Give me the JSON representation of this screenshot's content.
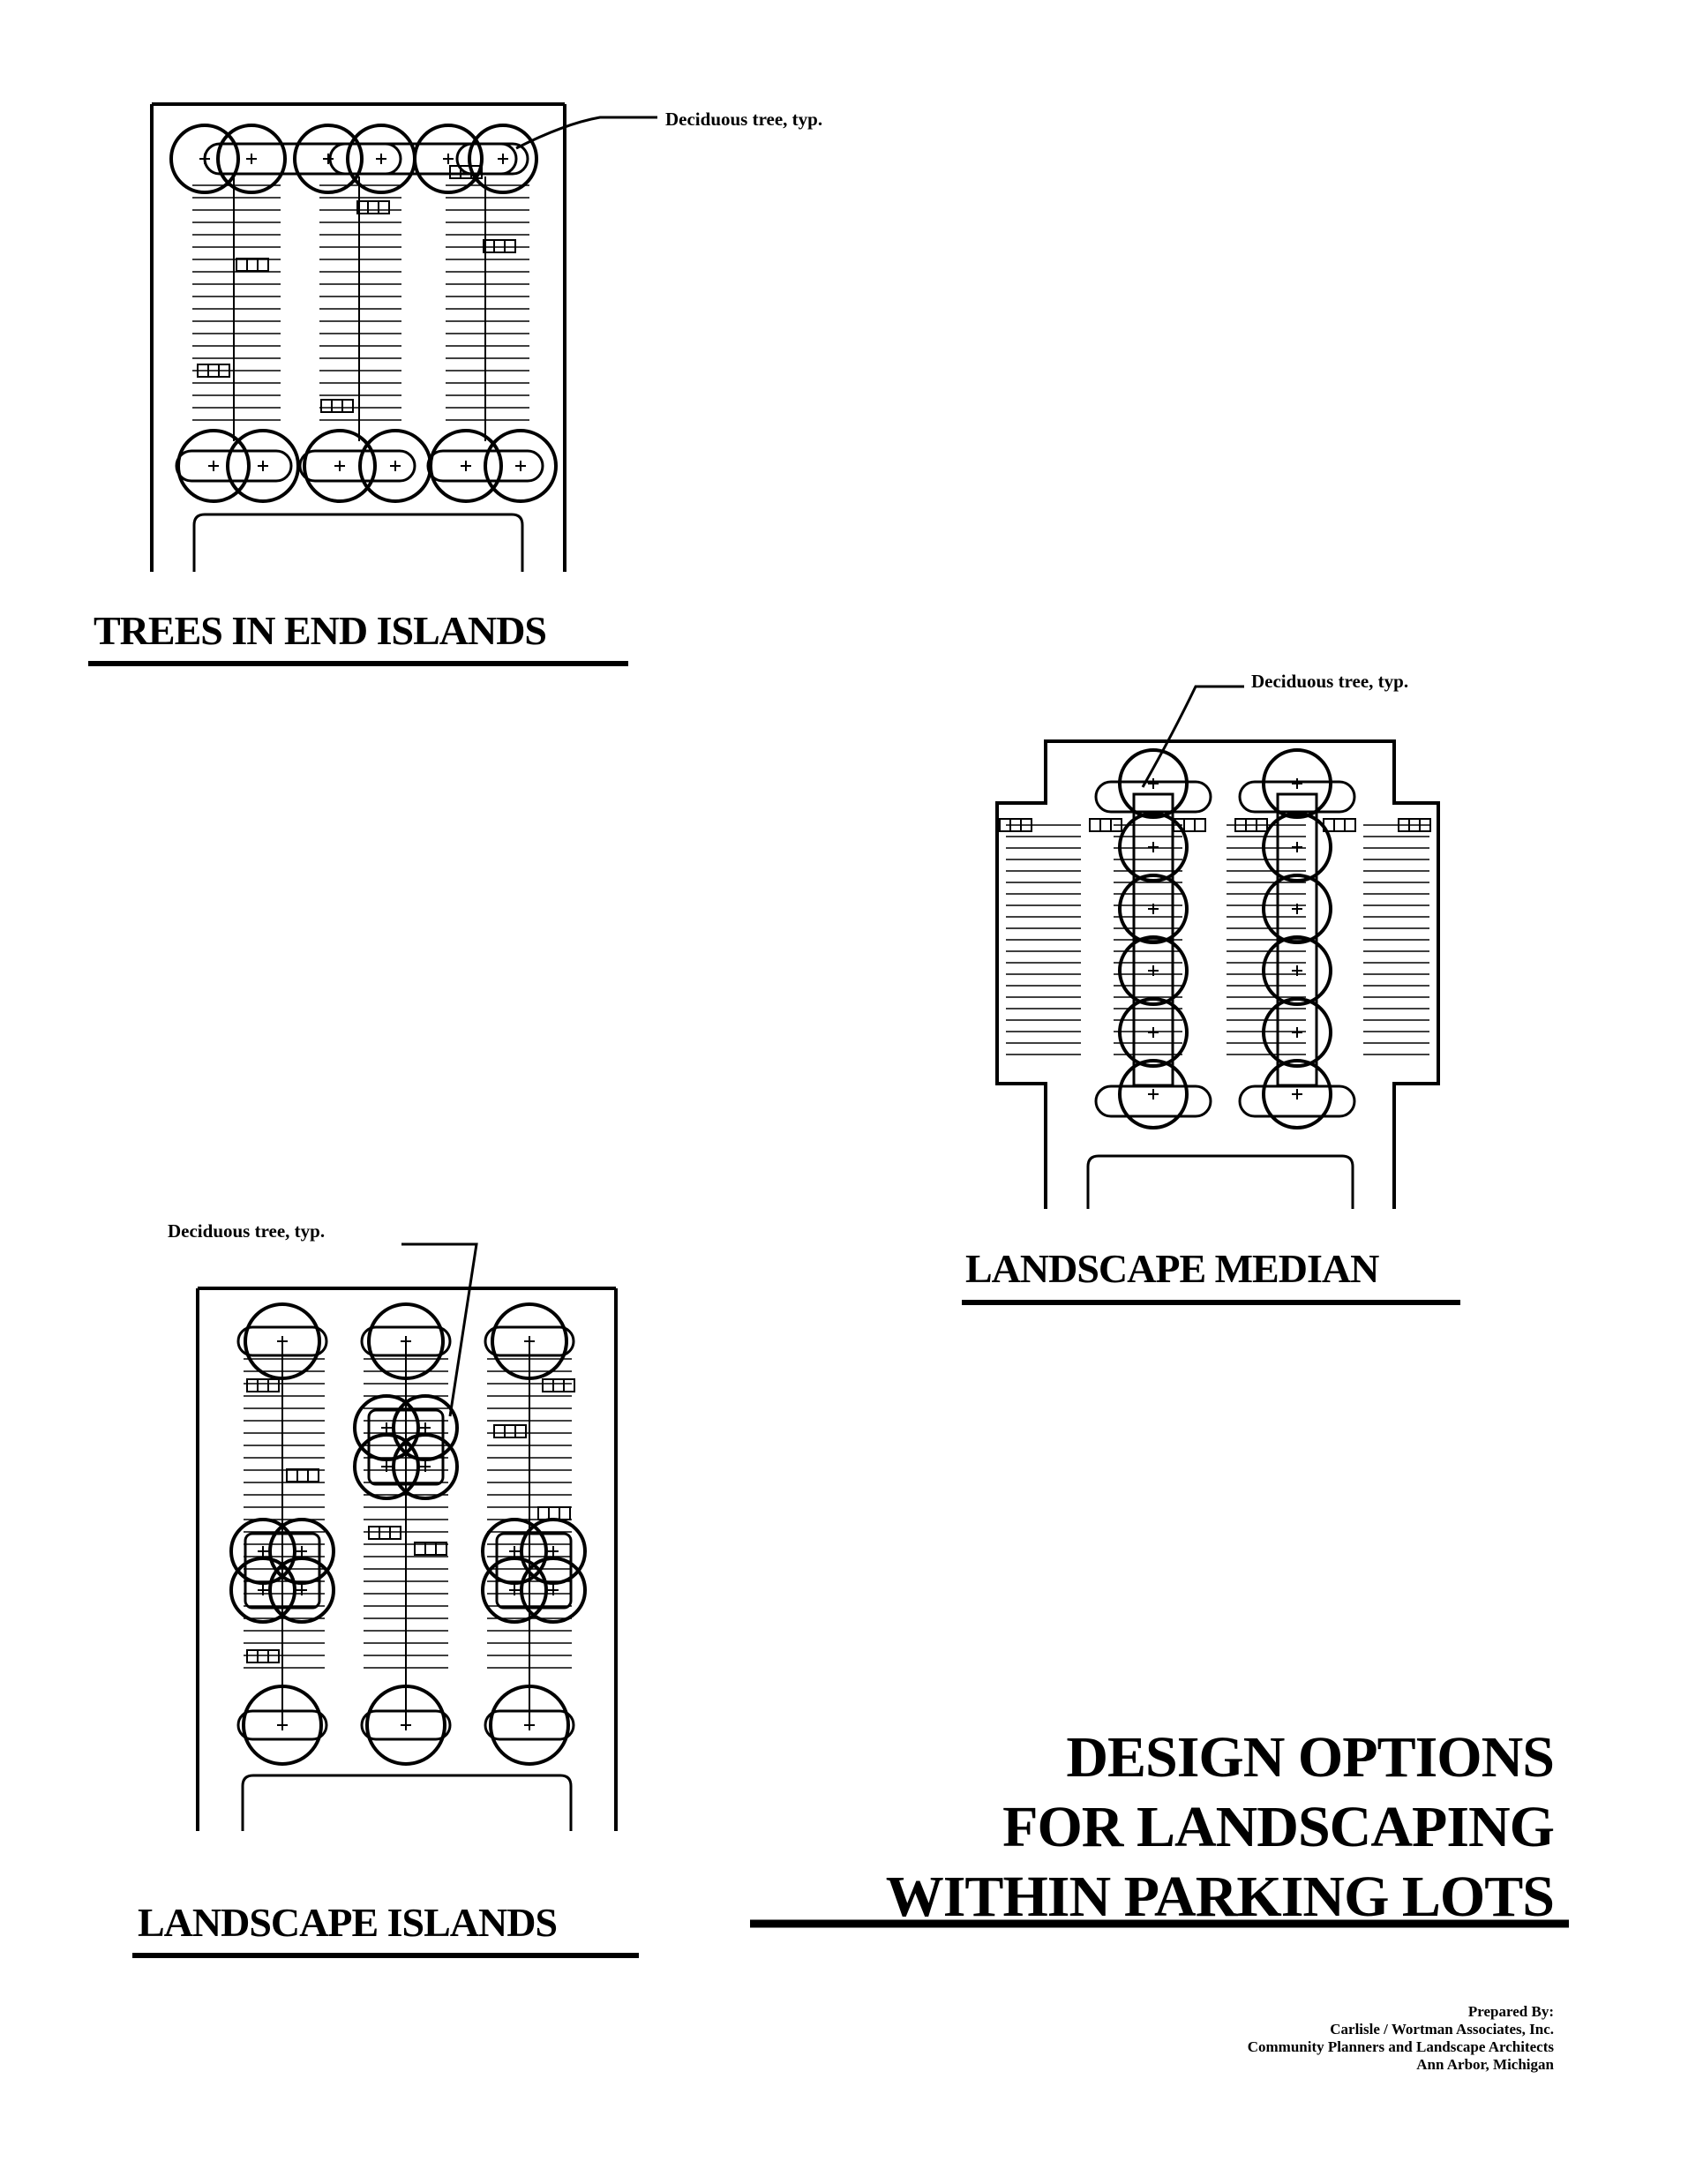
{
  "diagrams": {
    "end_islands": {
      "title": "TREES IN END ISLANDS",
      "callout": "Deciduous tree, typ."
    },
    "median": {
      "title": "LANDSCAPE MEDIAN",
      "callout": "Deciduous tree, typ."
    },
    "islands": {
      "title": "LANDSCAPE ISLANDS",
      "callout": "Deciduous tree, typ."
    }
  },
  "main_title": {
    "line1": "DESIGN OPTIONS",
    "line2": "FOR LANDSCAPING",
    "line3": "WITHIN PARKING LOTS"
  },
  "credit": {
    "label": "Prepared By:",
    "firm": "Carlisle / Wortman Associates, Inc.",
    "profession": "Community Planners and Landscape Architects",
    "location": "Ann Arbor, Michigan"
  },
  "colors": {
    "ink": "#000000",
    "paper": "#ffffff"
  }
}
